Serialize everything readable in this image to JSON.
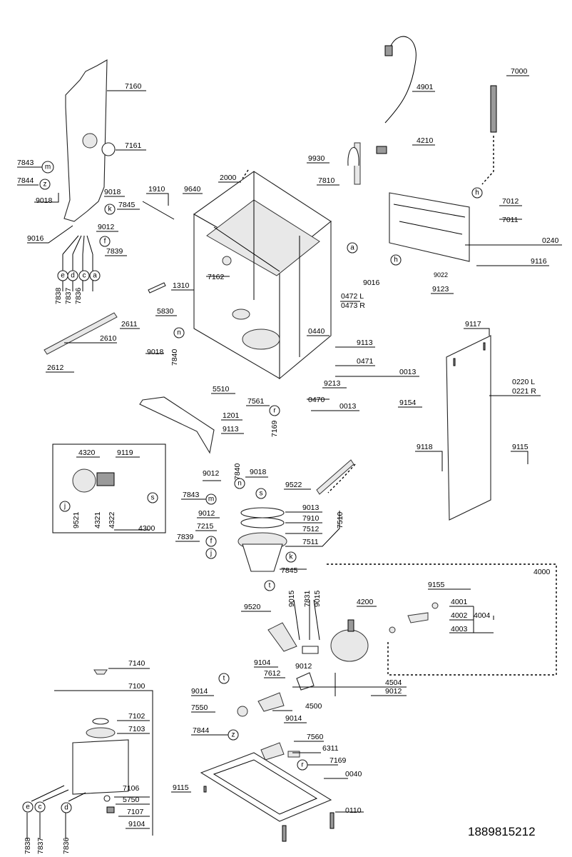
{
  "diagram": {
    "drawing_number": "1889815212",
    "callouts": {
      "7160": "7160",
      "7161": "7161",
      "7843": "7843",
      "7844": "7844",
      "9018": "9018",
      "7845": "7845",
      "9016": "9016",
      "9012": "9012",
      "7839": "7839",
      "7838": "7838",
      "7837": "7837",
      "7836": "7836",
      "1910": "1910",
      "9640": "9640",
      "2000": "2000",
      "7162": "7162",
      "1310": "1310",
      "2611": "2611",
      "2610": "2610",
      "2612": "2612",
      "5830": "5830",
      "7840": "7840",
      "4901": "4901",
      "4210": "4210",
      "9930": "9930",
      "7810": "7810",
      "7000": "7000",
      "7012": "7012",
      "7011": "7011",
      "0240": "0240",
      "9116": "9116",
      "9022": "9022",
      "9123": "9123",
      "0472": "0472 L",
      "0473": "0473 R",
      "0440": "0440",
      "9113": "9113",
      "0471": "0471",
      "0013": "0013",
      "9213": "9213",
      "0470": "0470",
      "5510": "5510",
      "7561": "7561",
      "7169": "7169",
      "1201": "1201",
      "9117": "9117",
      "0220": "0220 L",
      "0221": "0221 R",
      "9154": "9154",
      "9118": "9118",
      "9115": "9115",
      "4320": "4320",
      "9119": "9119",
      "9521": "9521",
      "4321": "4321",
      "4322": "4322",
      "4300": "4300",
      "9522": "9522",
      "9013": "9013",
      "7910": "7910",
      "7512": "7512",
      "7510": "7510",
      "7215": "7215",
      "7511": "7511",
      "4000": "4000",
      "9155": "9155",
      "4001": "4001",
      "4002": "4002",
      "4004": "4004",
      "4003": "4003",
      "4200": "4200",
      "9520": "9520",
      "9015": "9015",
      "7831": "7831",
      "9104": "9104",
      "7612": "7612",
      "4504": "4504",
      "9014": "9014",
      "7550": "7550",
      "4500": "4500",
      "7140": "7140",
      "7100": "7100",
      "7102": "7102",
      "7103": "7103",
      "7106": "7106",
      "5750": "5750",
      "7107": "7107",
      "7560": "7560",
      "6311": "6311",
      "0040": "0040",
      "0110": "0110"
    },
    "circle_letters": {
      "a": "a",
      "c": "c",
      "d": "d",
      "e": "e",
      "f": "f",
      "h": "h",
      "j": "j",
      "k": "k",
      "m": "m",
      "n": "n",
      "r": "r",
      "s": "s",
      "t": "t",
      "z": "z"
    }
  }
}
